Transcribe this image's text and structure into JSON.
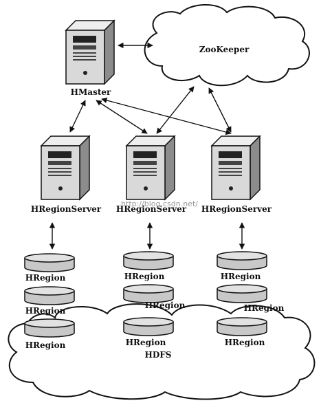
{
  "hmaster": {
    "label": "HMaster"
  },
  "zookeeper": {
    "label": "ZooKeeper"
  },
  "region_servers": [
    {
      "label": "HRegionServer"
    },
    {
      "label": "HRegionServer"
    },
    {
      "label": "HRegionServer"
    }
  ],
  "regions": [
    [
      "HRegion",
      "HRegion",
      "HRegion"
    ],
    [
      "HRegion",
      "HRegion",
      "HRegion"
    ],
    [
      "HRegion",
      "HRegion",
      "HRegion"
    ]
  ],
  "hdfs": {
    "label": "HDFS"
  },
  "watermark": "http://blog.csdn.net/",
  "colors": {
    "ink": "#111111",
    "server_fill": "#d9d9d9",
    "disk_fill": "#c8c8c8"
  }
}
